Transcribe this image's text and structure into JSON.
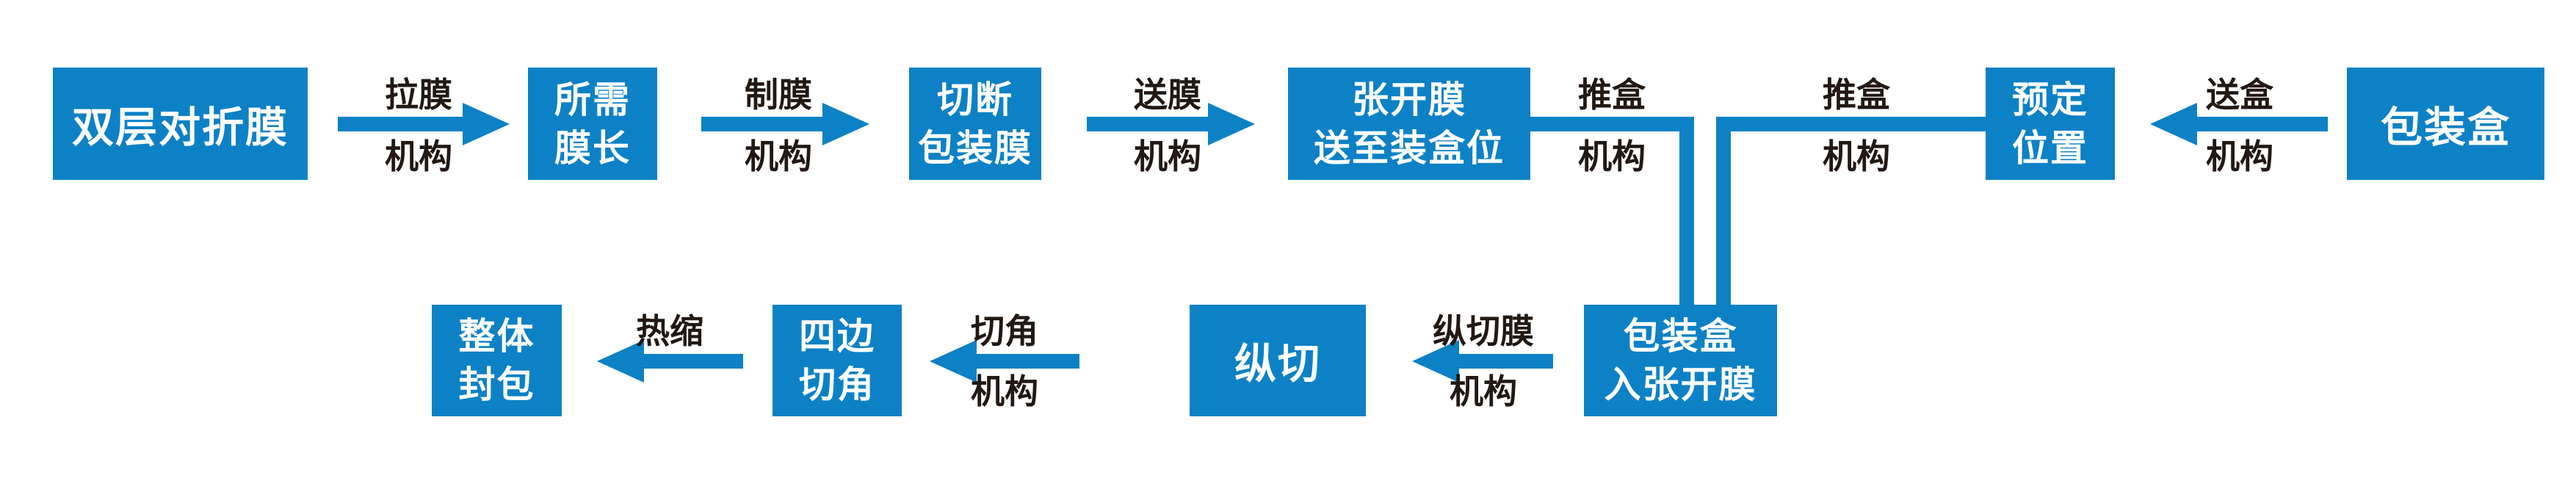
{
  "diagram": {
    "colors": {
      "accent": "#0d81c6",
      "node_text": "#ffffff",
      "label_text": "#221814"
    },
    "nodes": {
      "film_source": {
        "label": "双层对折膜"
      },
      "film_length": {
        "line1": "所需",
        "line2": "膜长"
      },
      "cut_film": {
        "line1": "切断",
        "line2": "包装膜"
      },
      "open_film": {
        "line1": "张开膜",
        "line2": "送至装盒位"
      },
      "preset_position": {
        "line1": "预定",
        "line2": "位置"
      },
      "packaging_box": {
        "label": "包装盒"
      },
      "box_into_film": {
        "line1": "包装盒",
        "line2": "入张开膜"
      },
      "slit": {
        "label": "纵切"
      },
      "corner_cut": {
        "line1": "四边",
        "line2": "切角"
      },
      "seal": {
        "line1": "整体",
        "line2": "封包"
      }
    },
    "edges": {
      "pull_film": {
        "line1": "拉膜",
        "line2": "机构"
      },
      "make_film": {
        "line1": "制膜",
        "line2": "机构"
      },
      "feed_film": {
        "line1": "送膜",
        "line2": "机构"
      },
      "push_box_left": {
        "line1": "推盒",
        "line2": "机构"
      },
      "push_box_right": {
        "line1": "推盒",
        "line2": "机构"
      },
      "feed_box": {
        "line1": "送盒",
        "line2": "机构"
      },
      "slit_film": {
        "line1": "纵切膜",
        "line2": "机构"
      },
      "corner_mech": {
        "line1": "切角",
        "line2": "机构"
      },
      "heat_shrink": {
        "label": "热缩"
      }
    }
  }
}
